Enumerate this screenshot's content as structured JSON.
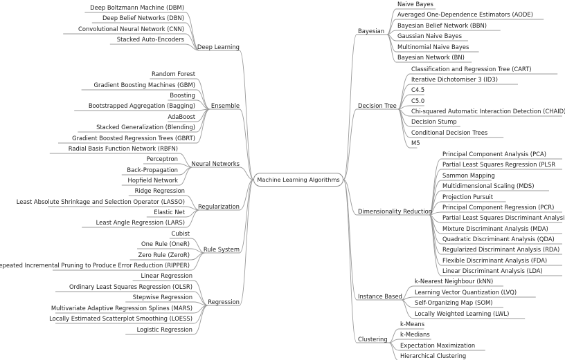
{
  "root": "Machine Learning Algorithms",
  "left": [
    {
      "name": "Deep Learning",
      "children": [
        "Deep Boltzmann Machine (DBM)",
        "Deep Belief Networks (DBN)",
        "Convolutional Neural Network (CNN)",
        "Stacked Auto-Encoders"
      ]
    },
    {
      "name": "Ensemble",
      "children": [
        "Random Forest",
        "Gradient Boosting Machines (GBM)",
        "Boosting",
        "Bootstrapped Aggregation (Bagging)",
        "AdaBoost",
        "Stacked Generalization (Blending)",
        "Gradient Boosted Regression Trees (GBRT)"
      ]
    },
    {
      "name": "Neural Networks",
      "children": [
        "Radial Basis Function Network (RBFN)",
        "Perceptron",
        "Back-Propagation",
        "Hopfield Network"
      ]
    },
    {
      "name": "Regularization",
      "children": [
        "Ridge Regression",
        "Least Absolute Shrinkage and Selection Operator (LASSO)",
        "Elastic Net",
        "Least Angle Regression (LARS)"
      ]
    },
    {
      "name": "Rule System",
      "children": [
        "Cubist",
        "One Rule (OneR)",
        "Zero Rule (ZeroR)",
        "Repeated Incremental Pruning to Produce Error Reduction (RIPPER)"
      ]
    },
    {
      "name": "Regression",
      "children": [
        "Linear Regression",
        "Ordinary Least Squares Regression (OLSR)",
        "Stepwise Regression",
        "Multivariate Adaptive Regression Splines (MARS)",
        "Locally Estimated Scatterplot Smoothing (LOESS)",
        "Logistic Regression"
      ]
    }
  ],
  "right": [
    {
      "name": "Bayesian",
      "children": [
        "Naive Bayes",
        "Averaged One-Dependence Estimators (AODE)",
        "Bayesian Belief Network (BBN)",
        "Gaussian Naive Bayes",
        "Multinomial Naive Bayes",
        "Bayesian Network (BN)"
      ]
    },
    {
      "name": "Decision Tree",
      "children": [
        "Classification and Regression Tree (CART)",
        "Iterative Dichotomiser 3 (ID3)",
        "C4.5",
        "C5.0",
        "Chi-squared Automatic Interaction Detection (CHAID)",
        "Decision Stump",
        "Conditional Decision Trees",
        "M5"
      ]
    },
    {
      "name": "Dimensionality Reduction",
      "children": [
        "Principal Component Analysis (PCA)",
        "Partial Least Squares Regression (PLSR",
        "Sammon Mapping",
        "Multidimensional Scaling (MDS)",
        "Projection Pursuit",
        "Principal Component Regression (PCR)",
        "Partial Least Squares Discriminant Analysis",
        "Mixture Discriminant Analysis (MDA)",
        "Quadratic Discriminant Analysis (QDA)",
        "Regularized Discriminant Analysis (RDA)",
        "Flexible Discriminant Analysis (FDA)",
        "Linear Discriminant Analysis (LDA)"
      ]
    },
    {
      "name": "Instance Based",
      "children": [
        "k-Nearest Neighbour (kNN)",
        "Learning Vector Quantization (LVQ)",
        "Self-Organizing Map (SOM)",
        "Locally Weighted Learning (LWL)"
      ]
    },
    {
      "name": "Clustering",
      "children": [
        "k-Means",
        "k-Medians",
        "Expectation Maximization",
        "Hierarchical Clustering"
      ]
    }
  ]
}
